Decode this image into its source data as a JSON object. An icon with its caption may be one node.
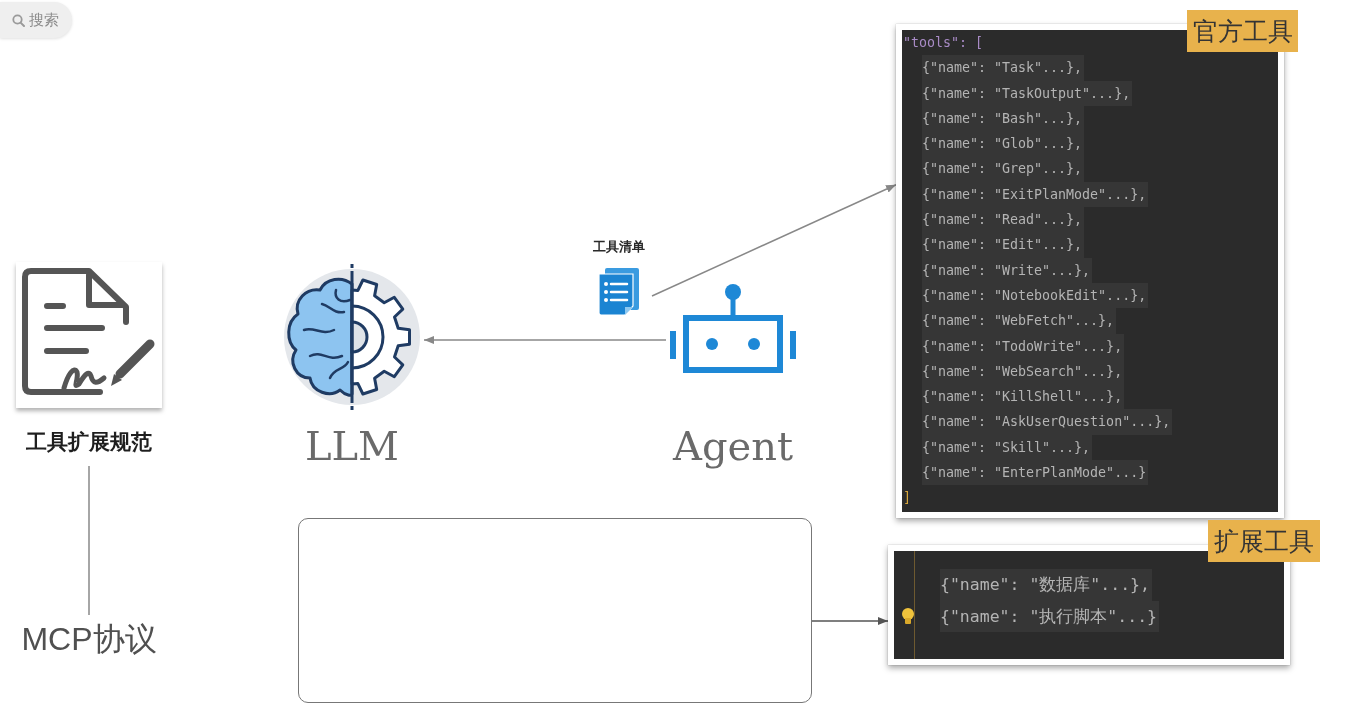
{
  "diagram": {
    "nodes": [
      {
        "text": [
          "工具扩展规范"
        ]
      },
      {
        "text": [
          "MCP协议"
        ]
      },
      {
        "text": [
          "LLM"
        ]
      },
      {
        "text": [
          "工具清单"
        ]
      },
      {
        "text": [
          "Agent"
        ]
      },
      {
        "text": [
          "官方工具",
          "\"tools\": [",
          "{\"name\": \"Task\"...},",
          "{\"name\": \"TaskOutput\"...},",
          "{\"name\": \"Bash\"...},",
          "{\"name\": \"Glob\"...},",
          "{\"name\": \"Grep\"...},",
          "{\"name\": \"ExitPlanMode\"...},",
          "{\"name\": \"Read\"...},",
          "{\"name\": \"Edit\"...},",
          "{\"name\": \"Write\"...},",
          "{\"name\": \"NotebookEdit\"...},",
          "{\"name\": \"WebFetch\"...},",
          "{\"name\": \"TodoWrite\"...},",
          "{\"name\": \"WebSearch\"...},",
          "{\"name\": \"KillShell\"...},",
          "{\"name\": \"AskUserQuestion\"...},",
          "{\"name\": \"Skill\"...},",
          "{\"name\": \"EnterPlanMode\"...}",
          "]"
        ]
      },
      {
        "text": [],
        "shape": "box"
      },
      {
        "text": [
          "扩展工具",
          "{\"name\": \"数据库\"...},",
          "{\"name\": \"执行脚本\"...}"
        ]
      }
    ],
    "edges": [
      {
        "from": 0,
        "to": 1,
        "arrow": "none"
      },
      {
        "from": 4,
        "to": 2,
        "arrow": "to"
      },
      {
        "from": 3,
        "to": 5,
        "arrow": "to"
      },
      {
        "from": 6,
        "to": 7,
        "arrow": "to",
        "color": "#555555"
      }
    ],
    "labels": [
      "搜索"
    ]
  }
}
